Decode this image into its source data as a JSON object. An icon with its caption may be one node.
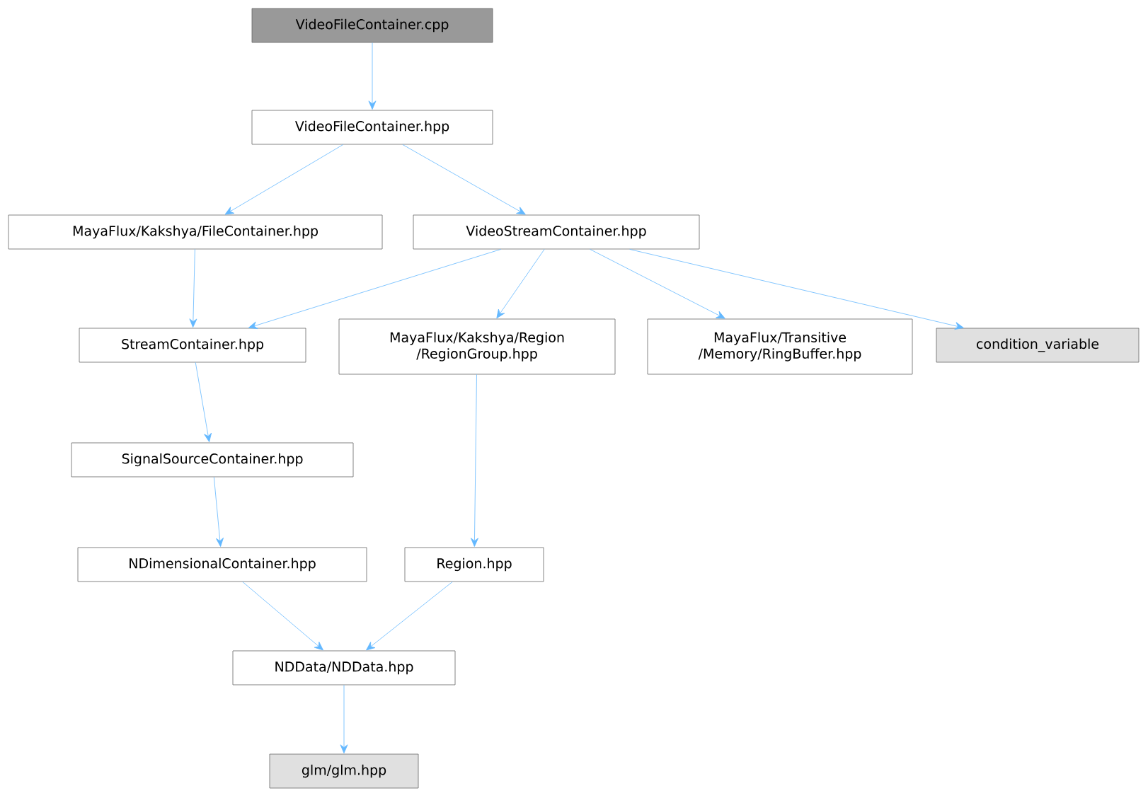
{
  "diagram": {
    "nodes": [
      {
        "text": [
          "VideoFileContainer.cpp"
        ]
      },
      {
        "text": [
          "VideoFileContainer.hpp"
        ]
      },
      {
        "text": [
          "MayaFlux/Kakshya/FileContainer.hpp"
        ]
      },
      {
        "text": [
          "VideoStreamContainer.hpp"
        ]
      },
      {
        "text": [
          "StreamContainer.hpp"
        ]
      },
      {
        "text": [
          "MayaFlux/Kakshya/Region /RegionGroup.hpp"
        ]
      },
      {
        "text": [
          "MayaFlux/Transitive /Memory/RingBuffer.hpp"
        ]
      },
      {
        "text": [
          "condition_variable"
        ]
      },
      {
        "text": [
          "SignalSourceContainer.hpp"
        ]
      },
      {
        "text": [
          "NDimensionalContainer.hpp"
        ]
      },
      {
        "text": [
          "Region.hpp"
        ]
      },
      {
        "text": [
          "NDData/NDData.hpp"
        ]
      },
      {
        "text": [
          "glm/glm.hpp"
        ]
      }
    ],
    "edges": [
      {
        "from": 0,
        "to": 1,
        "arrow": "to"
      },
      {
        "from": 1,
        "to": 2,
        "arrow": "to"
      },
      {
        "from": 1,
        "to": 3,
        "arrow": "to"
      },
      {
        "from": 2,
        "to": 4,
        "arrow": "to"
      },
      {
        "from": 3,
        "to": 4,
        "arrow": "to"
      },
      {
        "from": 3,
        "to": 5,
        "arrow": "to"
      },
      {
        "from": 3,
        "to": 6,
        "arrow": "to"
      },
      {
        "from": 3,
        "to": 7,
        "arrow": "to"
      },
      {
        "from": 4,
        "to": 8,
        "arrow": "to"
      },
      {
        "from": 5,
        "to": 10,
        "arrow": "to"
      },
      {
        "from": 8,
        "to": 9,
        "arrow": "to"
      },
      {
        "from": 9,
        "to": 11,
        "arrow": "to"
      },
      {
        "from": 10,
        "to": 11,
        "arrow": "to"
      },
      {
        "from": 11,
        "to": 12,
        "arrow": "to"
      }
    ]
  }
}
